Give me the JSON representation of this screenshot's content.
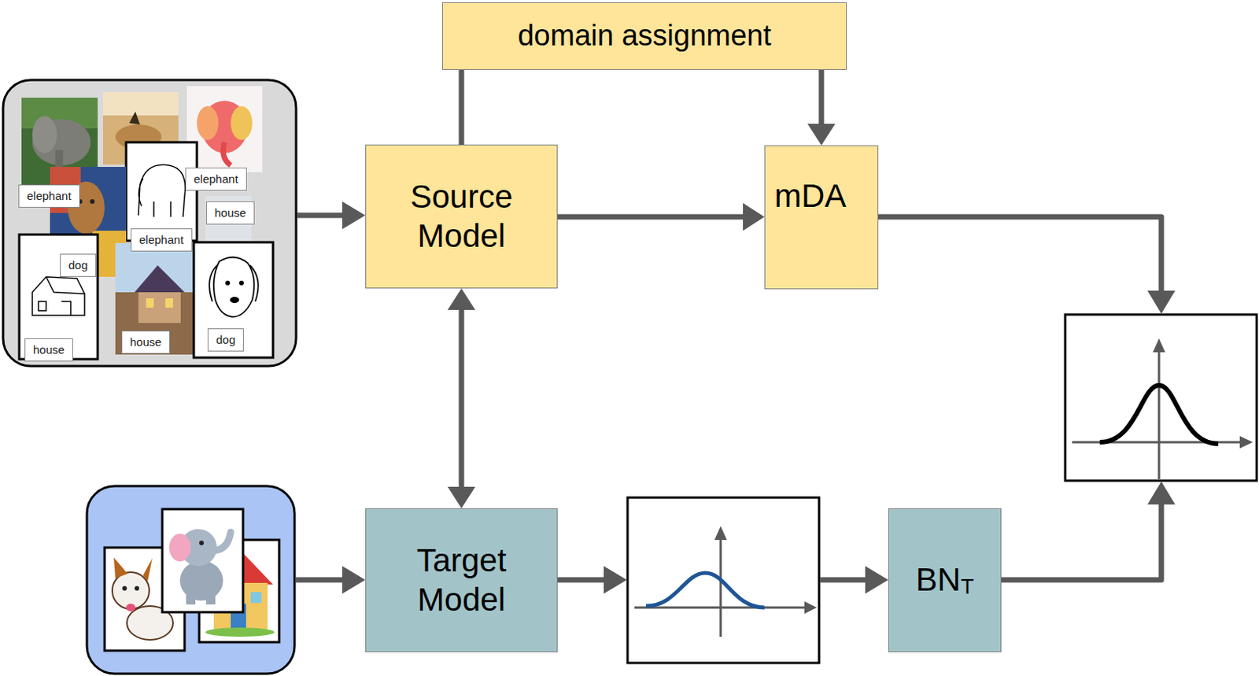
{
  "diagram": {
    "nodes": [
      {
        "text": [
          "domain assignment"
        ]
      },
      {
        "text": [
          "Source Model"
        ]
      },
      {
        "text": [
          "mDA"
        ]
      },
      {
        "text": [
          "Target Model"
        ]
      },
      {
        "text": [
          "BN",
          "T"
        ]
      }
    ],
    "edges": [
      {
        "from": 1,
        "to": 0,
        "arrow": "none"
      },
      {
        "from": 0,
        "to": 2,
        "arrow": "to"
      },
      {
        "from": 1,
        "to": 2,
        "arrow": "to"
      },
      {
        "from": 1,
        "to": 3,
        "arrow": "both"
      }
    ],
    "labels": [
      "elephant",
      "elephant",
      "house",
      "elephant",
      "dog",
      "house",
      "house",
      "dog"
    ]
  }
}
